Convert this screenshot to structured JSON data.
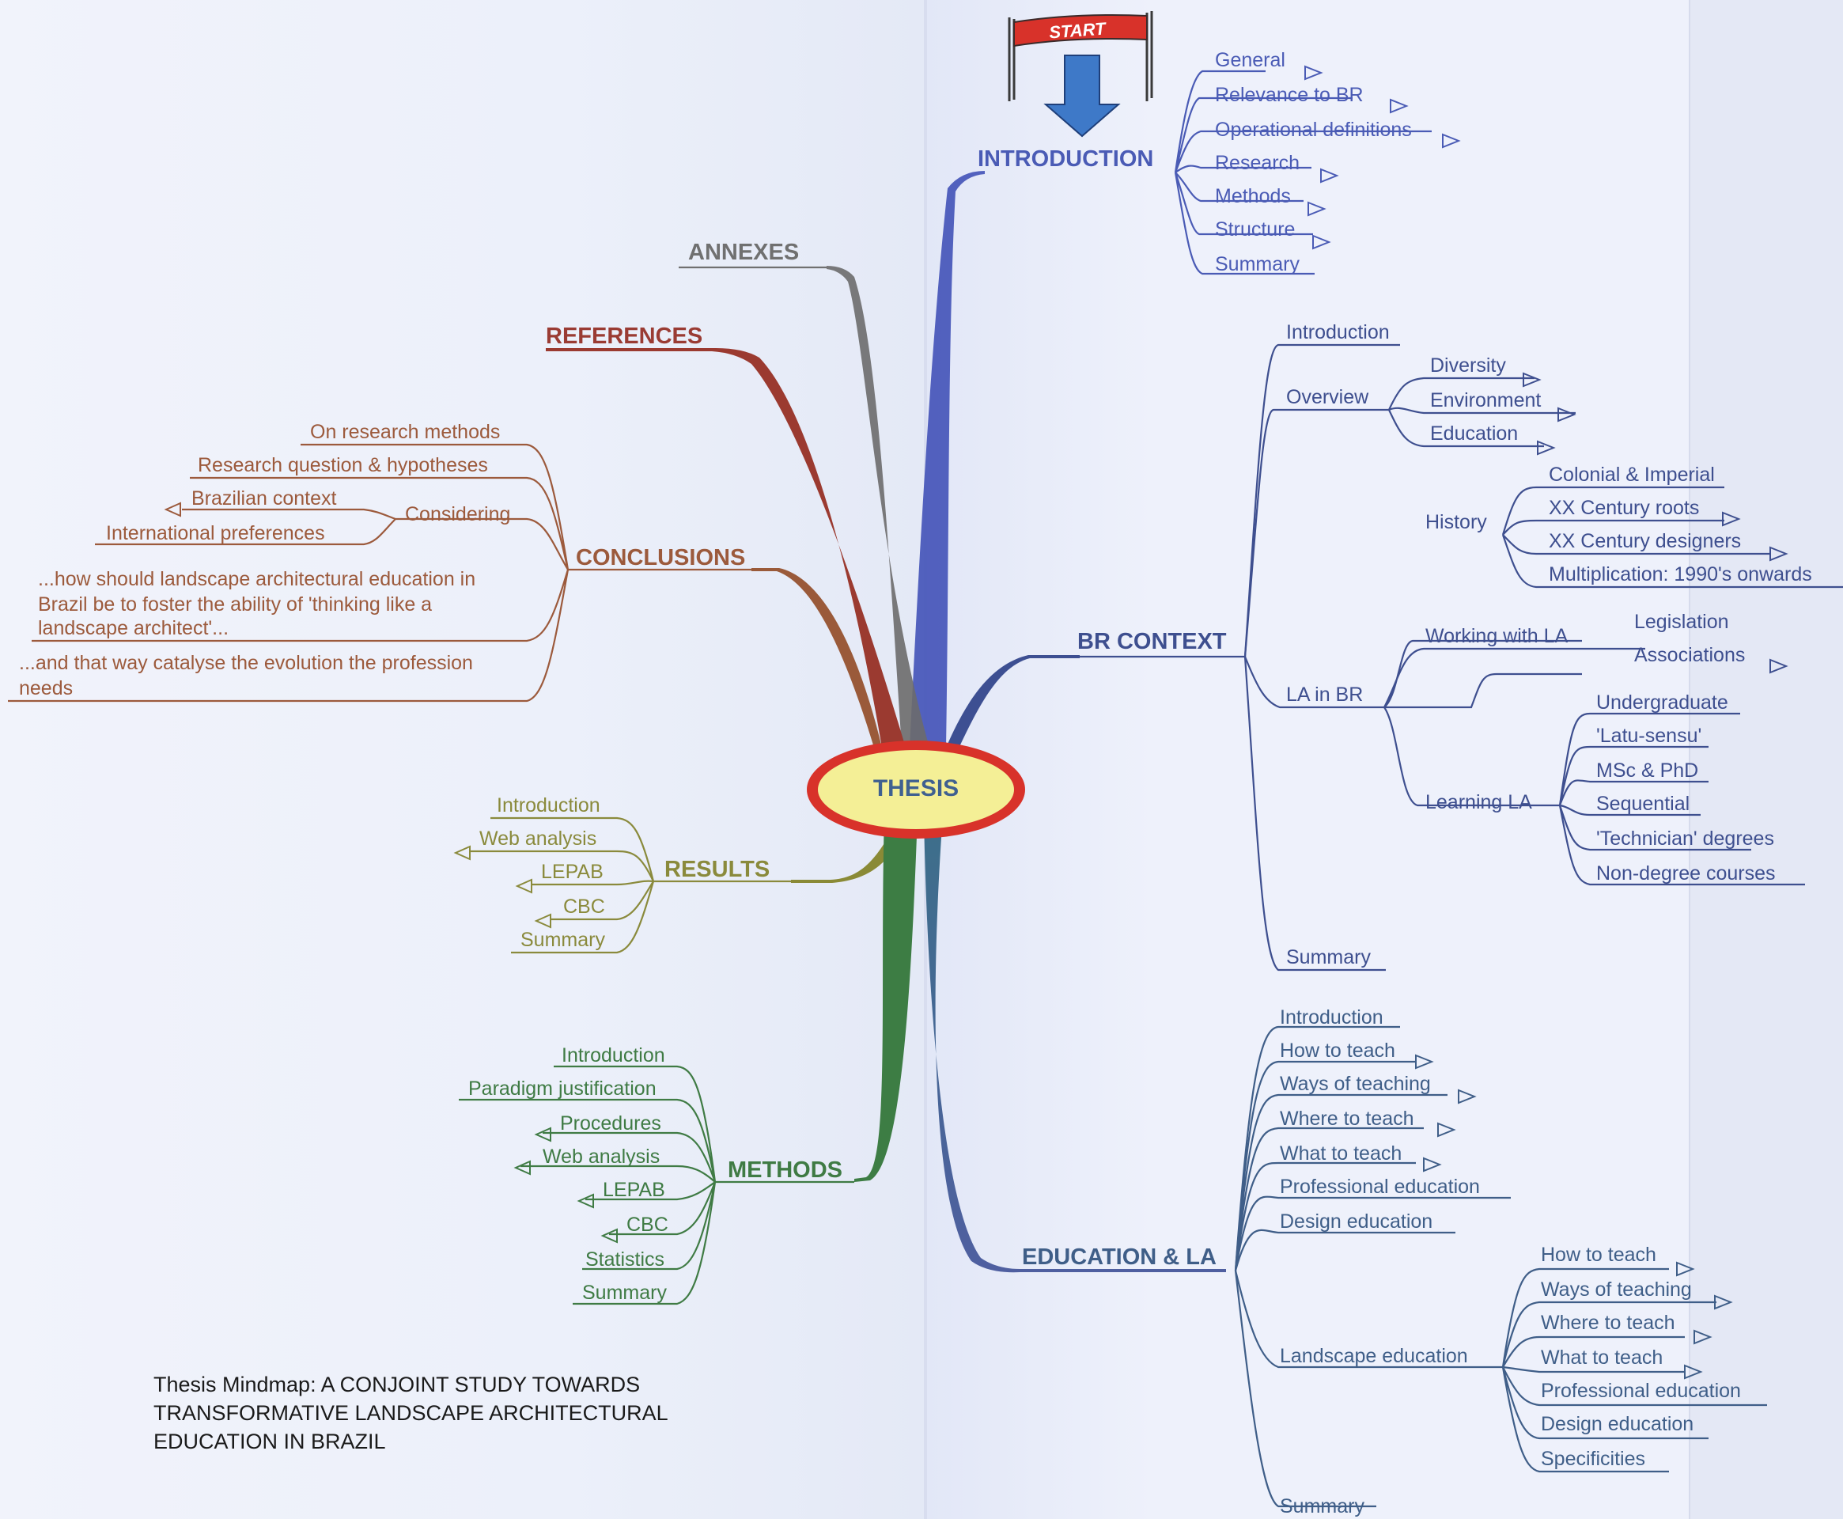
{
  "start_sign": "START",
  "center": "THESIS",
  "colors": {
    "introduction": "#4a5bb5",
    "br_context": "#3e4f8f",
    "education_la": "#3f5e88",
    "annexes": "#707070",
    "references": "#9a3b33",
    "conclusions": "#9c5a3c",
    "results": "#8a8a3c",
    "methods": "#3f7b44",
    "center_fill": "#f4ef96",
    "center_ring": "#d8322a"
  },
  "introduction": {
    "title": "INTRODUCTION",
    "items": [
      "General",
      "Relevance to BR",
      "Operational definitions",
      "Research",
      "Methods",
      "Structure",
      "Summary"
    ]
  },
  "br_context": {
    "title": "BR CONTEXT",
    "introduction": "Introduction",
    "overview": {
      "label": "Overview",
      "items": [
        "Diversity",
        "Environment",
        "Education"
      ]
    },
    "la_in_br": {
      "label": "LA in BR",
      "history": {
        "label": "History",
        "items": [
          "Colonial & Imperial",
          "XX Century roots",
          "XX Century designers",
          "Multiplication: 1990's onwards"
        ]
      },
      "working": {
        "label": "Working with LA",
        "items": [
          "Legislation",
          "Associations"
        ]
      },
      "learning": {
        "label": "Learning LA",
        "items": [
          "Undergraduate",
          "'Latu-sensu'",
          "MSc & PhD",
          "Sequential",
          "'Technician' degrees",
          "Non-degree courses"
        ]
      }
    },
    "summary": "Summary"
  },
  "education_la": {
    "title": "EDUCATION & LA",
    "items": [
      "Introduction",
      "How to teach",
      "Ways of teaching",
      "Where to teach",
      "What to teach",
      "Professional education",
      "Design education"
    ],
    "landscape": {
      "label": "Landscape education",
      "items": [
        "How to teach",
        "Ways of teaching",
        "Where to teach",
        "What to teach",
        "Professional education",
        "Design education",
        "Specificities"
      ]
    },
    "summary": "Summary"
  },
  "annexes": {
    "title": "ANNEXES"
  },
  "references": {
    "title": "REFERENCES"
  },
  "conclusions": {
    "title": "CONCLUSIONS",
    "on_methods": "On research methods",
    "question": "Research question & hypotheses",
    "considering": {
      "label": "Considering",
      "items": [
        "Brazilian context",
        "International preferences"
      ]
    },
    "quote1": [
      "...how should landscape architectural education in",
      "Brazil be to foster the ability of 'thinking like a",
      "landscape architect'..."
    ],
    "quote2": [
      "...and that way catalyse the evolution the profession",
      "needs"
    ]
  },
  "results": {
    "title": "RESULTS",
    "items": [
      "Introduction",
      "Web analysis",
      "LEPAB",
      "CBC",
      "Summary"
    ]
  },
  "methods": {
    "title": "METHODS",
    "items": [
      "Introduction",
      "Paradigm justification",
      "Procedures",
      "Web analysis",
      "LEPAB",
      "CBC",
      "Statistics",
      "Summary"
    ]
  },
  "caption": [
    "Thesis Mindmap: A CONJOINT STUDY TOWARDS",
    "TRANSFORMATIVE LANDSCAPE ARCHITECTURAL",
    "EDUCATION IN BRAZIL"
  ]
}
